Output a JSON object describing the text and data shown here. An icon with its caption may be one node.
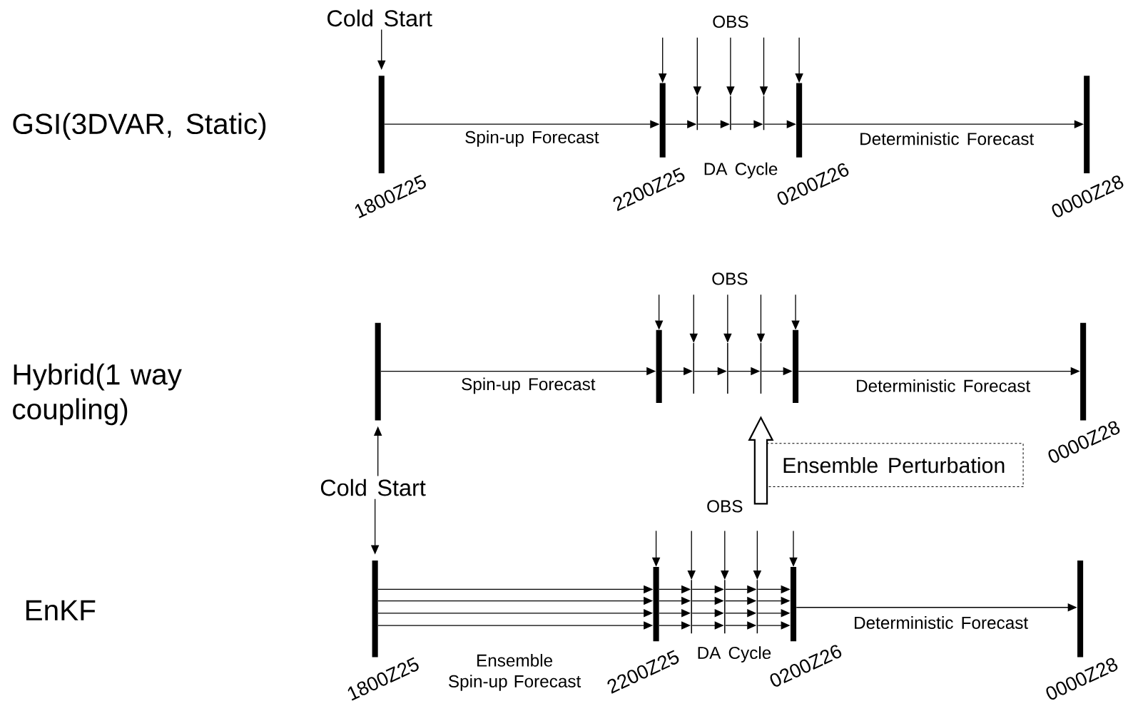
{
  "diagram": {
    "nodes": [
      {
        "text": [
          "Cold Start"
        ]
      },
      {
        "text": [],
        "shape": "bar",
        "beside": [
          "1800Z25"
        ]
      },
      {
        "text": [],
        "shape": "bar",
        "beside": [
          "2200Z25"
        ]
      },
      {
        "text": [],
        "shape": "bar"
      },
      {
        "text": [],
        "shape": "bar"
      },
      {
        "text": [],
        "shape": "bar"
      },
      {
        "text": [],
        "shape": "bar",
        "beside": [
          "0200Z26"
        ]
      },
      {
        "text": [],
        "shape": "bar",
        "beside": [
          "0000Z28"
        ]
      },
      {
        "text": [],
        "shape": "bar"
      },
      {
        "text": [],
        "shape": "bar"
      },
      {
        "text": [],
        "shape": "bar"
      },
      {
        "text": [],
        "shape": "bar"
      },
      {
        "text": [],
        "shape": "bar"
      },
      {
        "text": [],
        "shape": "bar"
      },
      {
        "text": [],
        "shape": "bar",
        "beside": [
          "0000Z28"
        ]
      },
      {
        "text": [
          "Cold Start"
        ]
      },
      {
        "text": [
          "Ensemble Perturbation"
        ]
      },
      {
        "text": [],
        "shape": "bar",
        "beside": [
          "1800Z25"
        ]
      },
      {
        "text": [],
        "shape": "bar",
        "beside": [
          "2200Z25"
        ]
      },
      {
        "text": [],
        "shape": "bar"
      },
      {
        "text": [],
        "shape": "bar"
      },
      {
        "text": [],
        "shape": "bar"
      },
      {
        "text": [],
        "shape": "bar",
        "beside": [
          "0200Z26"
        ]
      },
      {
        "text": [],
        "shape": "bar",
        "beside": [
          "0000Z28"
        ]
      }
    ],
    "edges": [
      {
        "from": 0,
        "to": 1,
        "arrow": "to"
      },
      {
        "from": 1,
        "to": 2,
        "arrow": "to",
        "label": "Spin-up Forecast"
      },
      {
        "from": 2,
        "to": 3,
        "arrow": "to"
      },
      {
        "from": 3,
        "to": 4,
        "arrow": "to"
      },
      {
        "from": 4,
        "to": 5,
        "arrow": "to"
      },
      {
        "from": 5,
        "to": 6,
        "arrow": "to"
      },
      {
        "from": 6,
        "to": 7,
        "arrow": "to",
        "label": "Deterministic Forecast"
      },
      {
        "from": null,
        "to": 2,
        "arrow": "to"
      },
      {
        "from": null,
        "to": 3,
        "arrow": "to"
      },
      {
        "from": null,
        "to": 4,
        "arrow": "to"
      },
      {
        "from": null,
        "to": 5,
        "arrow": "to"
      },
      {
        "from": null,
        "to": 6,
        "arrow": "to"
      },
      {
        "from": 8,
        "to": 9,
        "arrow": "to",
        "label": "Spin-up Forecast"
      },
      {
        "from": 9,
        "to": 10,
        "arrow": "to"
      },
      {
        "from": 10,
        "to": 11,
        "arrow": "to"
      },
      {
        "from": 11,
        "to": 12,
        "arrow": "to"
      },
      {
        "from": 12,
        "to": 13,
        "arrow": "to"
      },
      {
        "from": 13,
        "to": 14,
        "arrow": "to",
        "label": "Deterministic Forecast"
      },
      {
        "from": null,
        "to": 9,
        "arrow": "to"
      },
      {
        "from": null,
        "to": 10,
        "arrow": "to"
      },
      {
        "from": null,
        "to": 11,
        "arrow": "to"
      },
      {
        "from": null,
        "to": 12,
        "arrow": "to"
      },
      {
        "from": null,
        "to": 13,
        "arrow": "to"
      },
      {
        "from": 15,
        "to": 8,
        "arrow": "to"
      },
      {
        "from": 15,
        "to": 17,
        "arrow": "to"
      },
      {
        "from": 16,
        "to": 12,
        "arrow": "to",
        "style": "thick"
      },
      {
        "from": 17,
        "to": 18,
        "arrow": "to"
      },
      {
        "from": 17,
        "to": 18,
        "arrow": "to"
      },
      {
        "from": 17,
        "to": 18,
        "arrow": "to"
      },
      {
        "from": 17,
        "to": 18,
        "arrow": "to",
        "label": "Ensemble Spin-up Forecast"
      },
      {
        "from": 18,
        "to": 19,
        "arrow": "to"
      },
      {
        "from": 18,
        "to": 19,
        "arrow": "to"
      },
      {
        "from": 18,
        "to": 19,
        "arrow": "to"
      },
      {
        "from": 18,
        "to": 19,
        "arrow": "to"
      },
      {
        "from": 19,
        "to": 20,
        "arrow": "to"
      },
      {
        "from": 19,
        "to": 20,
        "arrow": "to"
      },
      {
        "from": 19,
        "to": 20,
        "arrow": "to"
      },
      {
        "from": 19,
        "to": 20,
        "arrow": "to"
      },
      {
        "from": 20,
        "to": 21,
        "arrow": "to"
      },
      {
        "from": 20,
        "to": 21,
        "arrow": "to"
      },
      {
        "from": 20,
        "to": 21,
        "arrow": "to"
      },
      {
        "from": 20,
        "to": 21,
        "arrow": "to"
      },
      {
        "from": 21,
        "to": 22,
        "arrow": "to"
      },
      {
        "from": 21,
        "to": 22,
        "arrow": "to"
      },
      {
        "from": 21,
        "to": 22,
        "arrow": "to"
      },
      {
        "from": 21,
        "to": 22,
        "arrow": "to"
      },
      {
        "from": 22,
        "to": 23,
        "arrow": "to",
        "label": "Deterministic Forecast"
      },
      {
        "from": null,
        "to": 18,
        "arrow": "to"
      },
      {
        "from": null,
        "to": 19,
        "arrow": "to"
      },
      {
        "from": null,
        "to": 20,
        "arrow": "to"
      },
      {
        "from": null,
        "to": 21,
        "arrow": "to"
      },
      {
        "from": null,
        "to": 22,
        "arrow": "to"
      }
    ],
    "labels": [
      "OBS",
      "GSI(3DVAR, Static)",
      "DA Cycle",
      "OBS",
      "Hybrid(1 way coupling)",
      "OBS",
      "EnKF",
      "DA Cycle"
    ]
  }
}
